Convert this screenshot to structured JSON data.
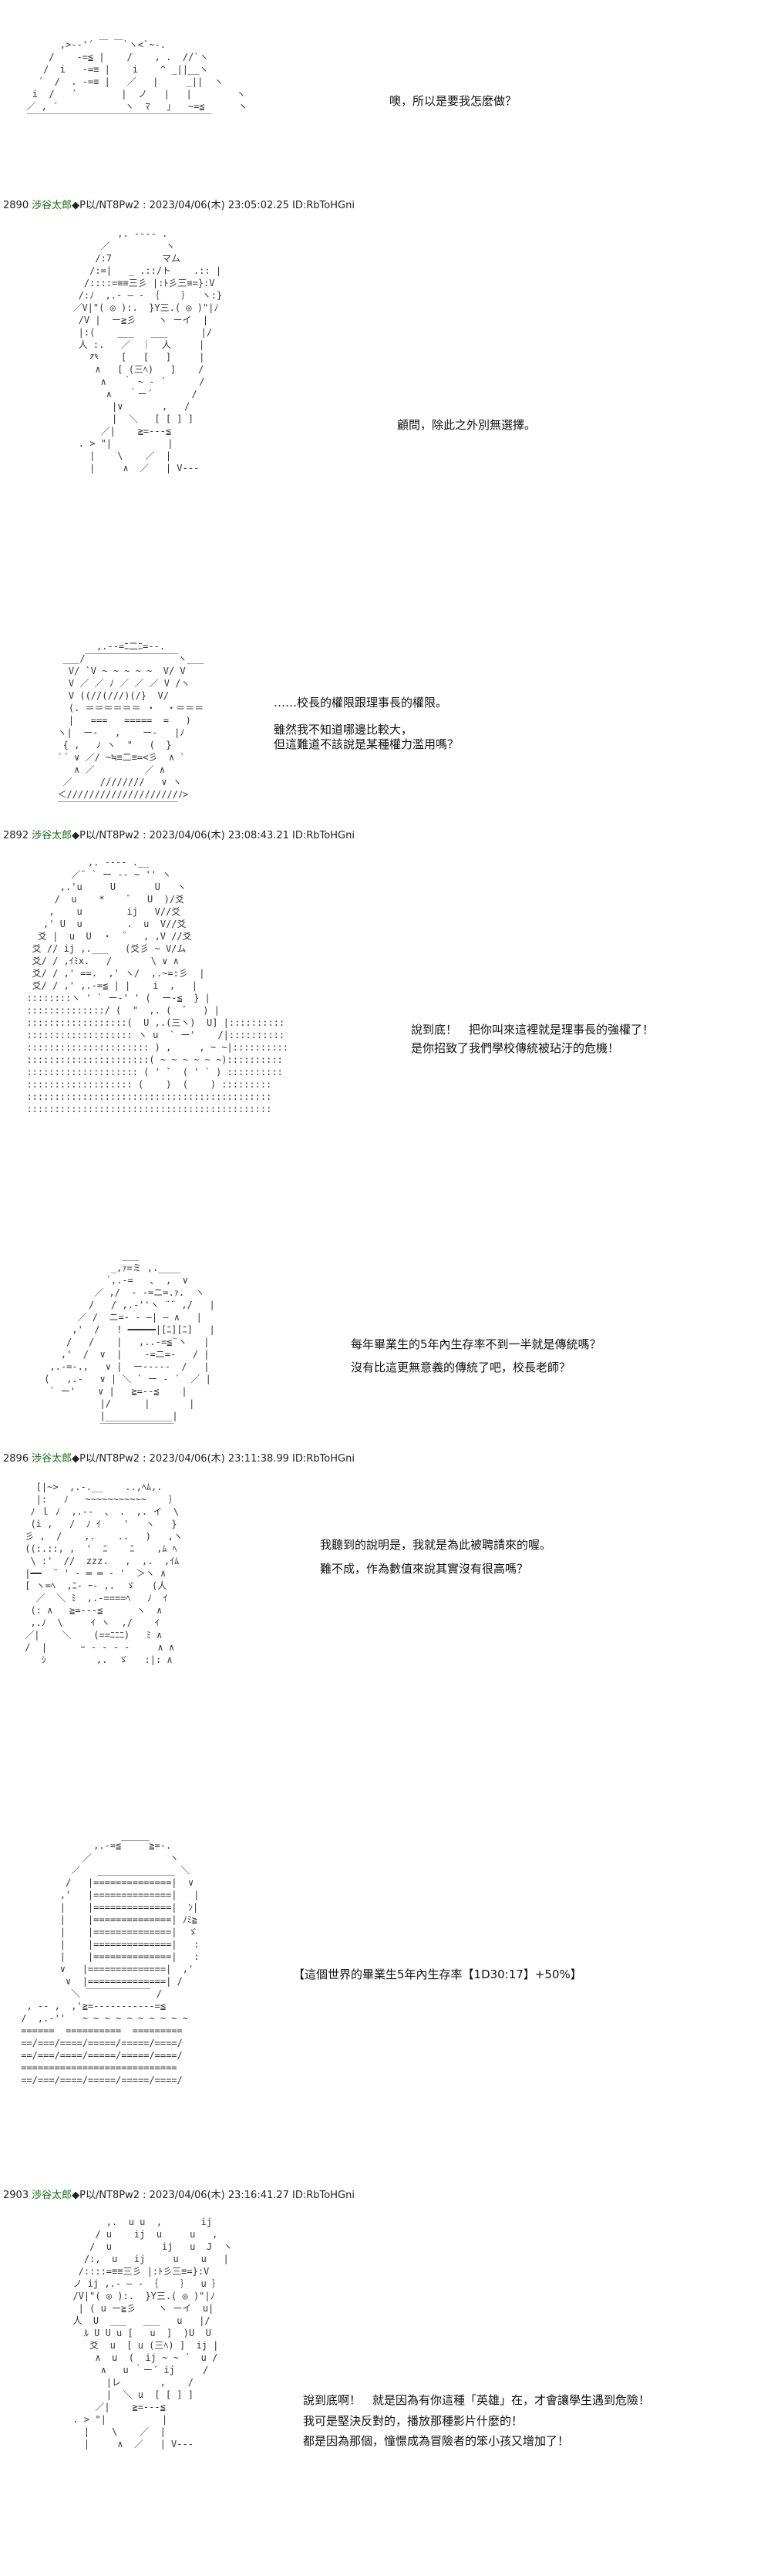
{
  "posts": [
    {
      "header": null,
      "lines": [
        "噢，所以是要我怎麼做？"
      ]
    },
    {
      "header": {
        "num": "2890",
        "name": "涉谷太郎",
        "meta": "◆P以/NT8Pw2 : 2023/04/06(木) 23:05:02.25 ID:RbToHGni"
      },
      "lines": [
        "顧問，除此之外別無選擇。"
      ]
    },
    {
      "header": null,
      "lines": [
        "……校長的權限跟理事長的權限。",
        "雖然我不知道哪邊比較大，",
        "但這難道不該說是某種權力濫用嗎？"
      ]
    },
    {
      "header": {
        "num": "2892",
        "name": "涉谷太郎",
        "meta": "◆P以/NT8Pw2 : 2023/04/06(木) 23:08:43.21 ID:RbToHGni"
      },
      "lines": [
        "說到底！　把你叫來這裡就是理事長的強權了！",
        "是你招致了我們學校傳統被玷汙的危機！"
      ]
    },
    {
      "header": null,
      "lines": [
        "每年畢業生的5年內生存率不到一半就是傳統嗎？",
        "沒有比這更無意義的傳統了吧，校長老師？"
      ]
    },
    {
      "header": {
        "num": "2896",
        "name": "涉谷太郎",
        "meta": "◆P以/NT8Pw2 : 2023/04/06(木) 23:11:38.99 ID:RbToHGni"
      },
      "lines": [
        "我聽到的說明是，我就是為此被聘請來的喔。",
        "難不成，作為數值來說其實沒有很高嗎？"
      ]
    },
    {
      "header": null,
      "lines": [
        "【這個世界的畢業生5年內生存率【1D30:17】+50%】"
      ]
    },
    {
      "header": {
        "num": "2903",
        "name": "涉谷太郎",
        "meta": "◆P以/NT8Pw2 : 2023/04/06(木) 23:16:41.27 ID:RbToHGni"
      },
      "lines": [
        "說到底啊！　就是因為有你這種「英雄」在，才會讓學生遇到危險！",
        "我可是堅決反對的，播放那種影片什麼的！",
        "都是因為那個，憧憬成為冒險者的笨小孩又增加了！"
      ]
    }
  ]
}
